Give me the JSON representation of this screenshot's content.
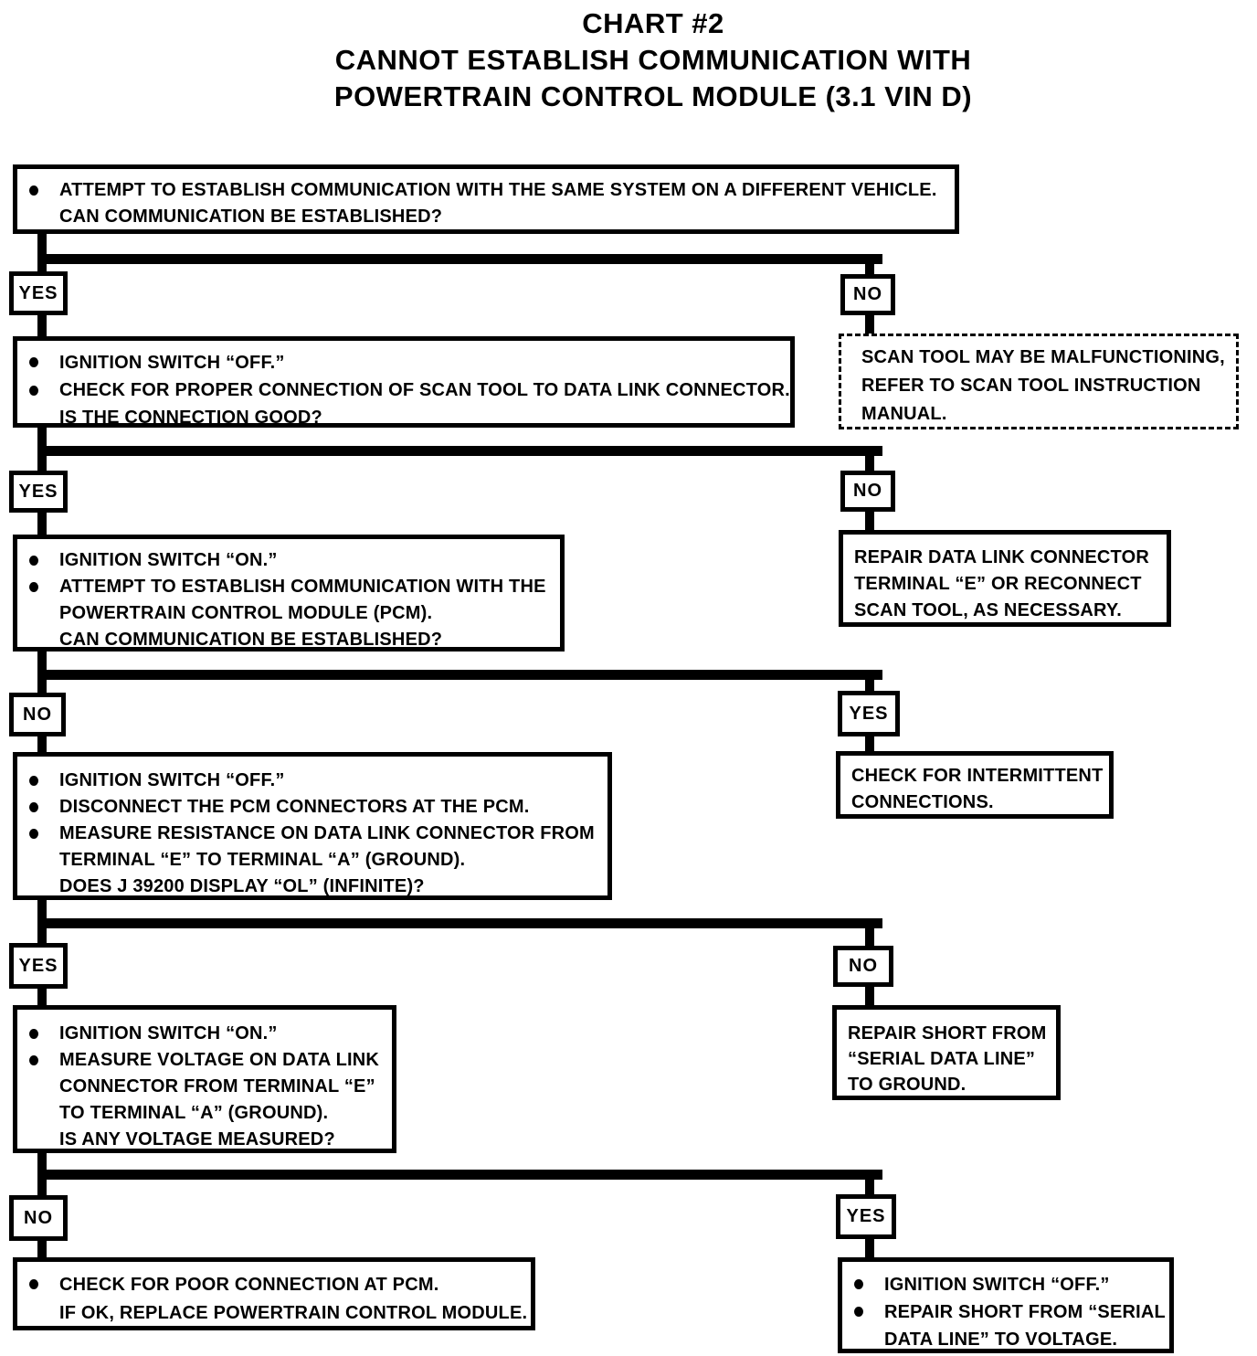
{
  "colors": {
    "ink": "#000000",
    "paper": "#ffffff"
  },
  "title": {
    "line1": "CHART #2",
    "line2": "CANNOT ESTABLISH COMMUNICATION WITH",
    "line3": "POWERTRAIN CONTROL MODULE (3.1 VIN D)"
  },
  "decision_labels": {
    "yes": "YES",
    "no": "NO"
  },
  "nodes": {
    "q1": {
      "lines": [
        "ATTEMPT TO ESTABLISH COMMUNICATION WITH THE SAME SYSTEM ON A DIFFERENT VEHICLE.",
        "CAN COMMUNICATION BE ESTABLISHED?"
      ]
    },
    "q2": {
      "lines": [
        "IGNITION SWITCH “OFF.”",
        "CHECK FOR PROPER CONNECTION OF SCAN TOOL TO DATA LINK CONNECTOR.",
        "IS THE CONNECTION GOOD?"
      ]
    },
    "a1": {
      "lines": [
        "SCAN TOOL MAY BE MALFUNCTIONING,",
        "REFER TO SCAN TOOL INSTRUCTION",
        "MANUAL."
      ]
    },
    "q3": {
      "lines": [
        "IGNITION SWITCH “ON.”",
        "ATTEMPT TO ESTABLISH COMMUNICATION WITH THE",
        "POWERTRAIN CONTROL MODULE (PCM).",
        "CAN COMMUNICATION BE ESTABLISHED?"
      ]
    },
    "a2": {
      "lines": [
        "REPAIR DATA LINK CONNECTOR",
        "TERMINAL “E” OR RECONNECT",
        "SCAN TOOL, AS NECESSARY."
      ]
    },
    "q4": {
      "lines": [
        "IGNITION SWITCH “OFF.”",
        "DISCONNECT THE PCM CONNECTORS AT THE PCM.",
        "MEASURE RESISTANCE ON DATA LINK CONNECTOR FROM",
        "TERMINAL “E” TO TERMINAL “A” (GROUND).",
        "DOES J 39200 DISPLAY “OL” (INFINITE)?"
      ]
    },
    "a3": {
      "lines": [
        "CHECK FOR INTERMITTENT",
        "CONNECTIONS."
      ]
    },
    "q5": {
      "lines": [
        "IGNITION SWITCH “ON.”",
        "MEASURE VOLTAGE ON DATA LINK",
        "CONNECTOR FROM TERMINAL “E”",
        "TO TERMINAL “A” (GROUND).",
        "IS ANY VOLTAGE MEASURED?"
      ]
    },
    "a4": {
      "lines": [
        "REPAIR SHORT FROM",
        "“SERIAL DATA LINE”",
        "TO GROUND."
      ]
    },
    "q6": {
      "lines": [
        "CHECK FOR POOR CONNECTION AT PCM.",
        "IF OK, REPLACE POWERTRAIN CONTROL MODULE."
      ]
    },
    "a5": {
      "lines": [
        "IGNITION SWITCH “OFF.”",
        "REPAIR SHORT FROM “SERIAL",
        "DATA LINE” TO VOLTAGE."
      ]
    }
  }
}
